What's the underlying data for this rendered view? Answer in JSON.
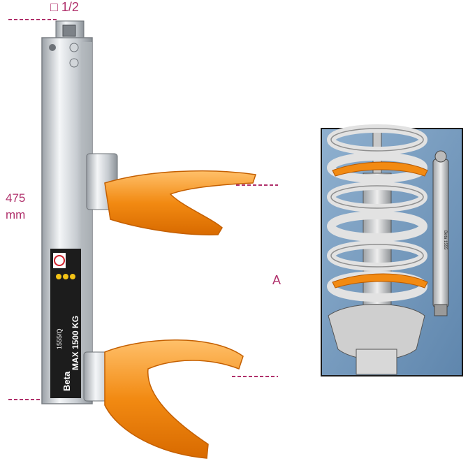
{
  "labels": {
    "square_drive": "□ 1/2",
    "length_value": "475",
    "length_unit": "mm",
    "marker_a": "A"
  },
  "tool_text": {
    "brand": "Beta",
    "model": "1555/Q",
    "capacity": "MAX 1500 KG"
  },
  "inset_text": {
    "brand_small": "Beta 1555"
  },
  "colors": {
    "accent_magenta": "#b0306b",
    "orange_jaw": "#f08a1c",
    "steel": "#c8ccd0",
    "inset_bg": "#7a9ec0",
    "inset_spring": "#d9d9d9"
  }
}
